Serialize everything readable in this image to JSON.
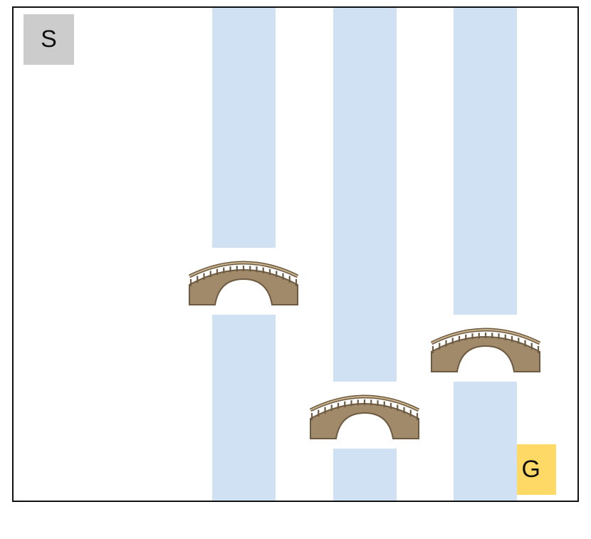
{
  "grid": {
    "cols": 9,
    "rows": 8
  },
  "start": {
    "label": "S",
    "color": "#cccccc",
    "col": 0,
    "row": 0
  },
  "goal": {
    "label": "G",
    "color": "#ffd966",
    "col": 8,
    "row": 7
  },
  "colors": {
    "river": "#cfe1f2",
    "bridge_fill": "#a08a6a",
    "bridge_stroke": "#6d5a40",
    "bridge_rail": "#ffffff",
    "border": "#111111"
  },
  "rivers": [
    {
      "col": 3,
      "bridge_row": 4,
      "bridge_icon": "bridge-icon"
    },
    {
      "col": 5,
      "bridge_row": 6,
      "bridge_icon": "bridge-icon"
    },
    {
      "col": 7,
      "bridge_row": 5,
      "bridge_icon": "bridge-icon"
    }
  ]
}
